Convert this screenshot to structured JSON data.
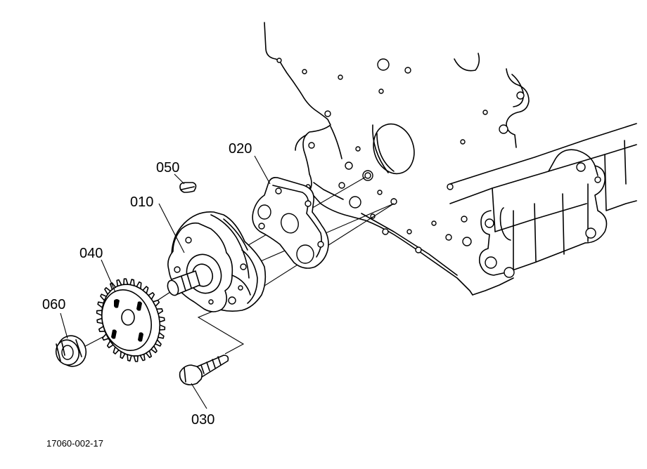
{
  "callouts": {
    "part_010": "010",
    "part_020": "020",
    "part_030": "030",
    "part_040": "040",
    "part_050": "050",
    "part_060": "060"
  },
  "drawing_code": "17060-002-17"
}
